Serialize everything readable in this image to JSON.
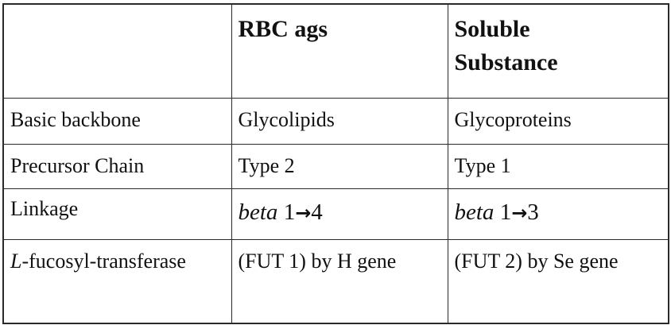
{
  "table": {
    "header": {
      "col1": "",
      "col2": "RBC ags",
      "col3_line1": "Soluble",
      "col3_line2": "Substance"
    },
    "rows": [
      {
        "label": "Basic backbone",
        "rbc": "Glycolipids",
        "soluble": "Glycoproteins"
      },
      {
        "label": "Precursor Chain",
        "rbc": "Type 2",
        "soluble": "Type 1"
      },
      {
        "label": "Linkage",
        "rbc": {
          "word": "beta",
          "from": "1",
          "arrow": "→",
          "to": "4"
        },
        "soluble": {
          "word": "beta",
          "from": "1",
          "arrow": "→",
          "to": "3"
        }
      },
      {
        "label_prefix": "L",
        "label_rest": "-fucosyl-transferase",
        "rbc": "(FUT 1) by H gene",
        "soluble": "(FUT 2) by Se gene"
      }
    ]
  }
}
